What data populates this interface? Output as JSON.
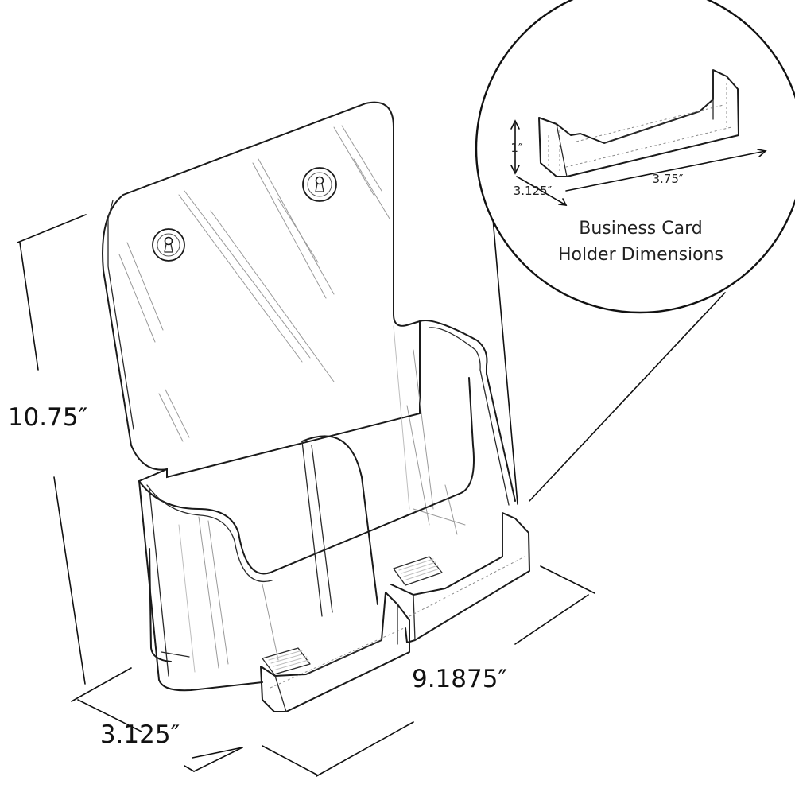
{
  "dimensions": {
    "height": "10.75″",
    "width": "9.1875″",
    "depth": "3.125″"
  },
  "callout": {
    "height": "1″",
    "width": "3.75″",
    "depth": "3.125″",
    "caption_line1": "Business Card",
    "caption_line2": "Holder Dimensions"
  }
}
